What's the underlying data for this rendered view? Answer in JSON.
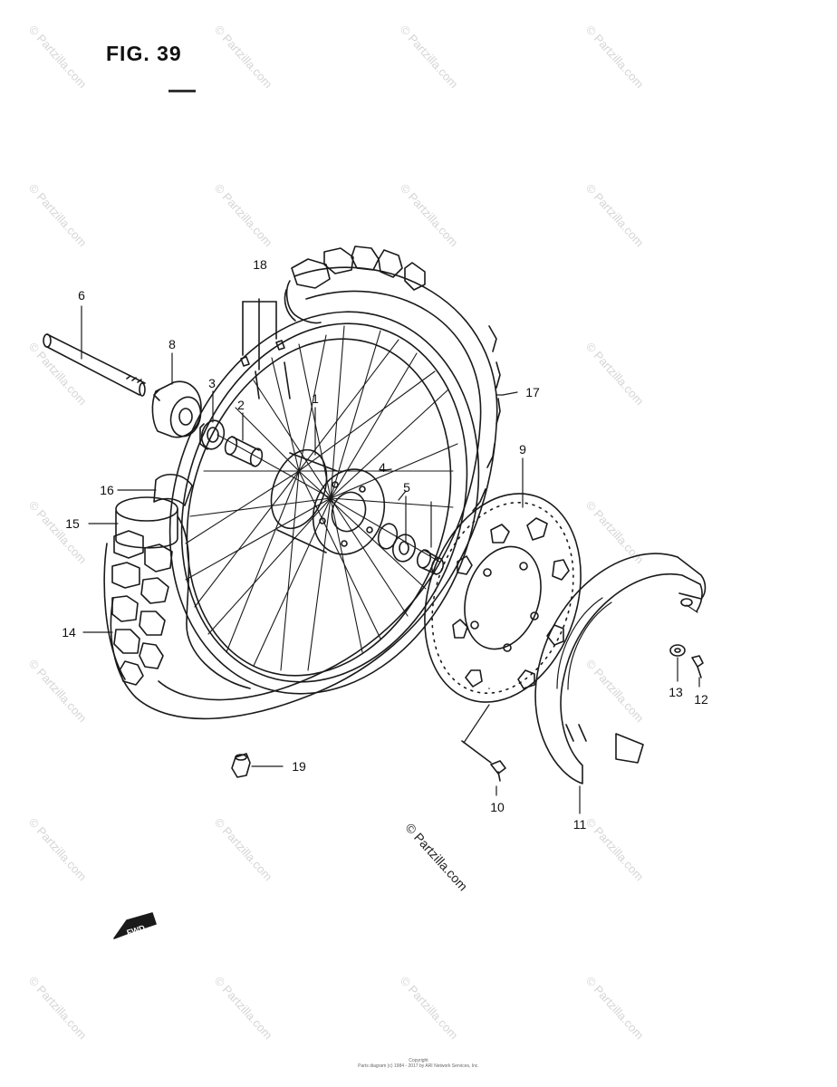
{
  "title": "FIG. 39",
  "watermark": "© Partzilla.com",
  "copyright_label": "© Partzilla.com",
  "fwd_label": "FWD",
  "footer": {
    "line1": "Copyright",
    "line2": "Parts diagram (c) 1984 - 2017 by ARI Network Services, Inc."
  },
  "callouts": [
    {
      "id": "1",
      "label": "1"
    },
    {
      "id": "2",
      "label": "2"
    },
    {
      "id": "3",
      "label": "3"
    },
    {
      "id": "4",
      "label": "4"
    },
    {
      "id": "5",
      "label": "5"
    },
    {
      "id": "6",
      "label": "6"
    },
    {
      "id": "8",
      "label": "8"
    },
    {
      "id": "9",
      "label": "9"
    },
    {
      "id": "10",
      "label": "10"
    },
    {
      "id": "11",
      "label": "11"
    },
    {
      "id": "12",
      "label": "12"
    },
    {
      "id": "13",
      "label": "13"
    },
    {
      "id": "14",
      "label": "14"
    },
    {
      "id": "15",
      "label": "15"
    },
    {
      "id": "16",
      "label": "16"
    },
    {
      "id": "17",
      "label": "17"
    },
    {
      "id": "18",
      "label": "18"
    },
    {
      "id": "19",
      "label": "19"
    }
  ],
  "colors": {
    "ink": "#1a1a1a",
    "watermark": "#d6d6d6",
    "background": "#ffffff"
  }
}
